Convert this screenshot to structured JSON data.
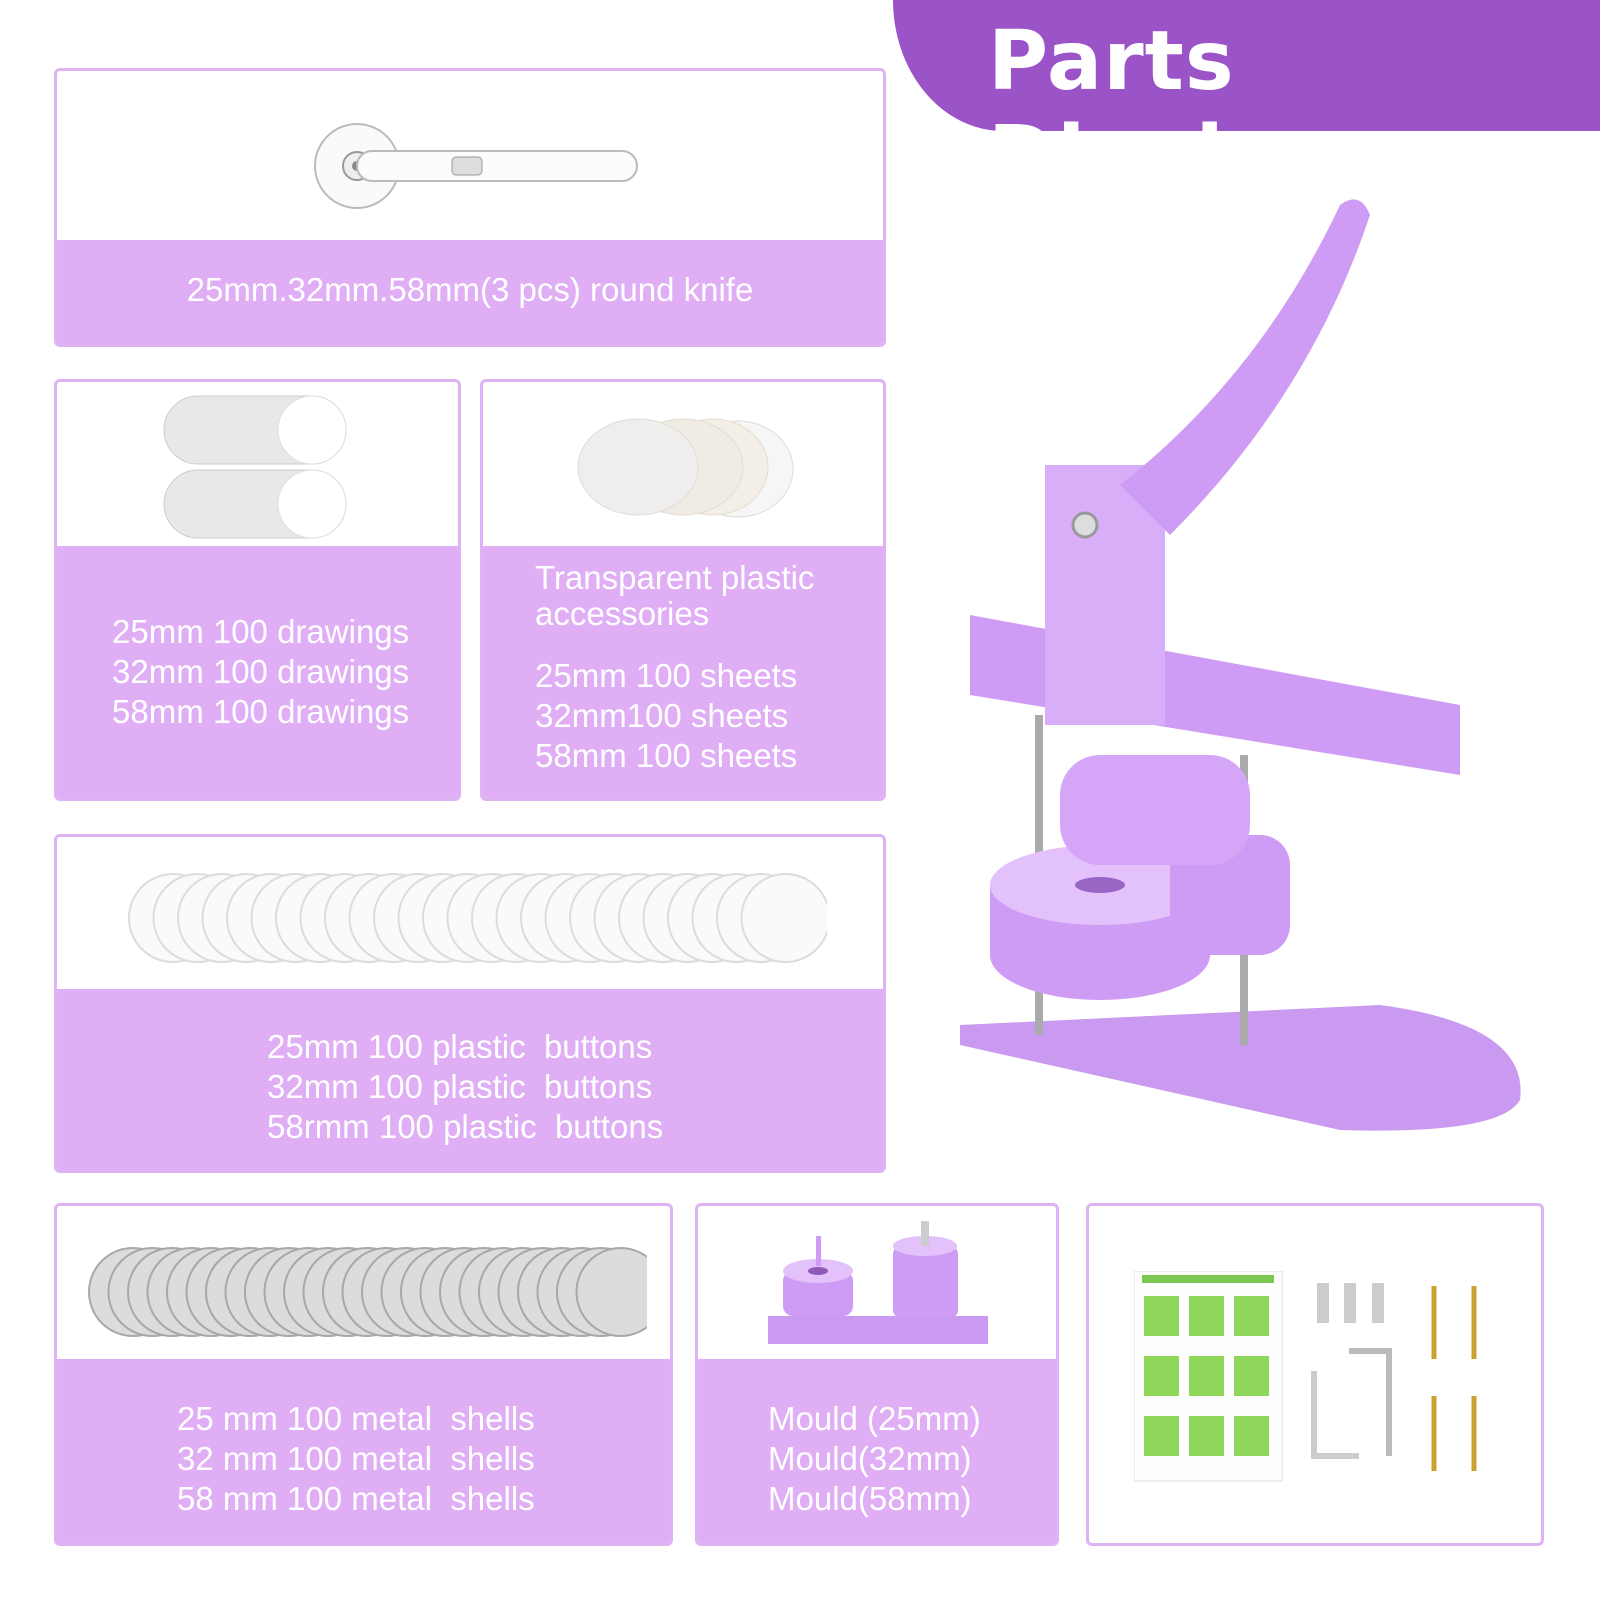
{
  "header": {
    "title": "Parts Display"
  },
  "colors": {
    "header": "#9a54c8",
    "band": "#dfaef5",
    "border": "#deb3f3",
    "machine": "#cf9cf5"
  },
  "panels": {
    "knife": {
      "label": "25mm.32mm.58mm(3 pcs) round knife",
      "icon": "round-knife"
    },
    "drawings": {
      "lines": [
        "25mm 100 drawings",
        "32mm 100 drawings",
        "58mm 100 drawings"
      ],
      "icon": "paper-stack"
    },
    "plastic": {
      "heading": [
        "Transparent plastic",
        "accessories"
      ],
      "lines": [
        "25mm 100 sheets",
        "32mm100 sheets",
        "58mm 100 sheets"
      ],
      "icon": "transparent-sheets"
    },
    "buttons": {
      "lines": [
        "25mm 100 plastic  buttons",
        "32mm 100 plastic  buttons",
        "58rmm 100 plastic  buttons"
      ],
      "icon": "plastic-buttons"
    },
    "shells": {
      "lines": [
        "25 mm 100 metal  shells",
        "32 mm 100 metal  shells",
        "58 mm 100 metal  shells"
      ],
      "icon": "metal-shells"
    },
    "mould": {
      "lines": [
        "Mould (25mm)",
        "Mould(32mm)",
        "Mould(58mm)"
      ],
      "icon": "mould"
    },
    "accessories": {
      "icon": "manual-screws-wrench"
    }
  }
}
